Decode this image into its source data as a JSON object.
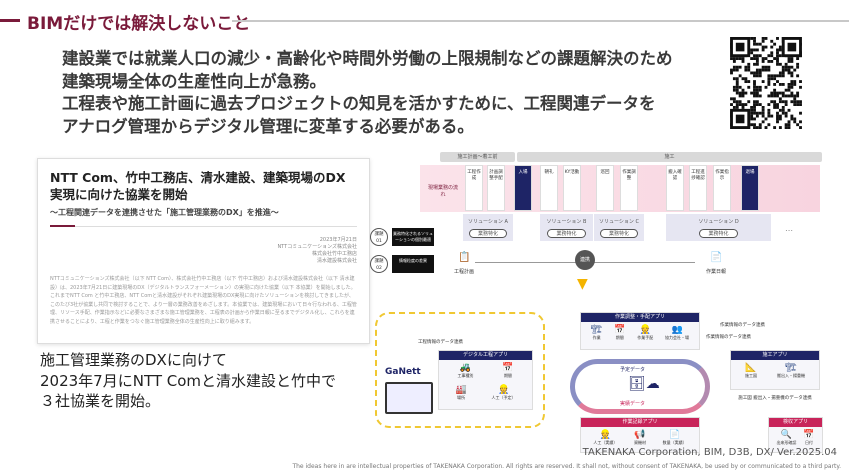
{
  "title": "BIMだけでは解決しないこと",
  "lead": [
    "建設業では就業人口の減少・高齢化や時間外労働の上限規制などの課題解決のため",
    "建築現場全体の生産性向上が急務。",
    "工程表や施工計画に過去プロジェクトの知見を活かすために、工程関連データを",
    "アナログ管理からデジタル管理に変革する必要がある。"
  ],
  "press": {
    "title": "NTT Com、竹中工務店、清水建設、建築現場のDX実現に向けた協業を開始",
    "subtitle": "～工程関連データを連携させた「施工管理業務のDX」を推進～",
    "meta": [
      "2023年7月21日",
      "NTTコミュニケーションズ株式会社",
      "株式会社竹中工務店",
      "清水建設株式会社"
    ],
    "body": "NTTコミュニケーションズ株式会社（以下 NTT Com）、株式会社竹中工務店（以下 竹中工務店）および清水建設株式会社（以下 清水建設）は、2023年7月21日に建築現場のDX（デジタルトランスフォーメーション）の実現に向けた協業（以下 本協業）を開始しました。これまでNTT Com と竹中工務店、NTT Comと清水建設がそれぞれ建築現場のDX実現に向けたソリューションを検討してきましたが、このたび3社が協業し共同で検討することで、より一層の業務改善をめざします。本協業では、建築現場において日々行なわれる、工程管理、リソース手配、作業指示などに必要なさまざまな施工管理業務を、工程表の計画から作業日報に至るまでデジタル化し、これらを連携させることにより、工程と作業をつなぐ施工管理業務全体の生産性向上に取り組みます。"
  },
  "summary": [
    "施工管理業務のDXに向けて",
    "2023年7月にNTT Comと清水建設と竹中で",
    "３社協業を開始。"
  ],
  "diagram": {
    "phases": [
      "施工計画〜着工前",
      "施工"
    ],
    "band_label": "現場業務の流れ",
    "steps": [
      "工程作成",
      "計画調整手配",
      "入場",
      "朝礼",
      "KY活動",
      "巡回",
      "作業調整",
      "搬入確認",
      "工程進捗確認",
      "作業指示",
      "退場"
    ],
    "solutions": [
      "ソリューション A",
      "ソリューション B",
      "ソリューション C",
      "ソリューション D"
    ],
    "pill": "業務特化",
    "issues": [
      {
        "badge": "課題 01",
        "text": "業務特化されるソリューションの個別最適"
      },
      {
        "badge": "課題 02",
        "text": "情報粒度の差異"
      }
    ],
    "plan": "工程計画",
    "report": "作業日報",
    "link": "連携",
    "ganett": "GaNett",
    "apps": {
      "digital": {
        "tag": "予定",
        "title": "デジタル工程アプリ",
        "items": [
          "工事種別",
          "期間",
          "場所",
          "人工（予定）"
        ]
      },
      "adjust": {
        "tag": "予定",
        "title": "作業調整・手配アプリ",
        "items": [
          "作業",
          "期間",
          "作業手配",
          "協力会社・場"
        ]
      },
      "record": {
        "tag": "実績",
        "title": "作業記録アプリ",
        "items": [
          "人工（実績）",
          "資機材",
          "数量（実績）"
        ]
      },
      "construct": {
        "tag": "予定",
        "title": "施工アプリ",
        "items": [
          "施工図",
          "搬出入・揚重機"
        ]
      },
      "inspect": {
        "title": "検収アプリ",
        "items": [
          "出来形確認",
          "日付"
        ]
      }
    },
    "flows": {
      "f1": "工程情報のデータ連携",
      "f2": "作業情報のデータ連携",
      "f3": "作業情報のデータ連携",
      "f4": "施工図 搬出入・揚重機のデータ連携"
    },
    "loop_top": "予定データ",
    "loop_bottom": "実績データ"
  },
  "footer": {
    "credit": "TAKENAKA Corporation, BIM, D3B, DX/ Ver.2025.04",
    "note": "The ideas here in are intellectual properties of TAKENAKA Corporation. All rights are reserved. It shall not, without consent of TAKENAKA, be used by or communicated to a third party."
  }
}
